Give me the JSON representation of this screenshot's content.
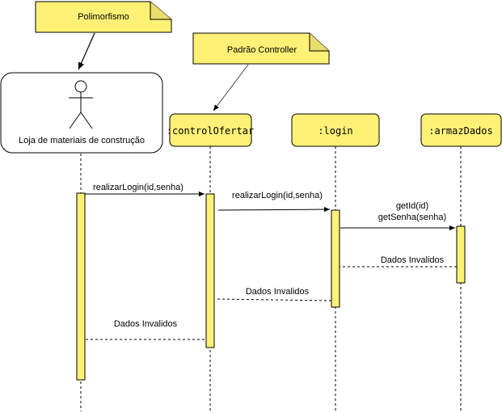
{
  "notes": {
    "polimorfismo": "Polimorfismo",
    "padrao_controller": "Padrão Controller"
  },
  "participants": {
    "actor": "Loja de materiais de construção",
    "control": ":controlOfertar",
    "login": ":login",
    "armaz": ":armazDados"
  },
  "messages": {
    "m1": "realizarLogin(id,senha)",
    "m2": "realizarLogin(id,senha)",
    "m3_line1": "getId(id)",
    "m3_line2": "getSenha(senha)",
    "r1": "Dados Invalidos",
    "r2": "Dados Invalidos",
    "r3": "Dados Invalidos"
  },
  "colors": {
    "note_fill": "#FFF176",
    "box_fill": "#FFF176",
    "stroke": "#000000"
  }
}
